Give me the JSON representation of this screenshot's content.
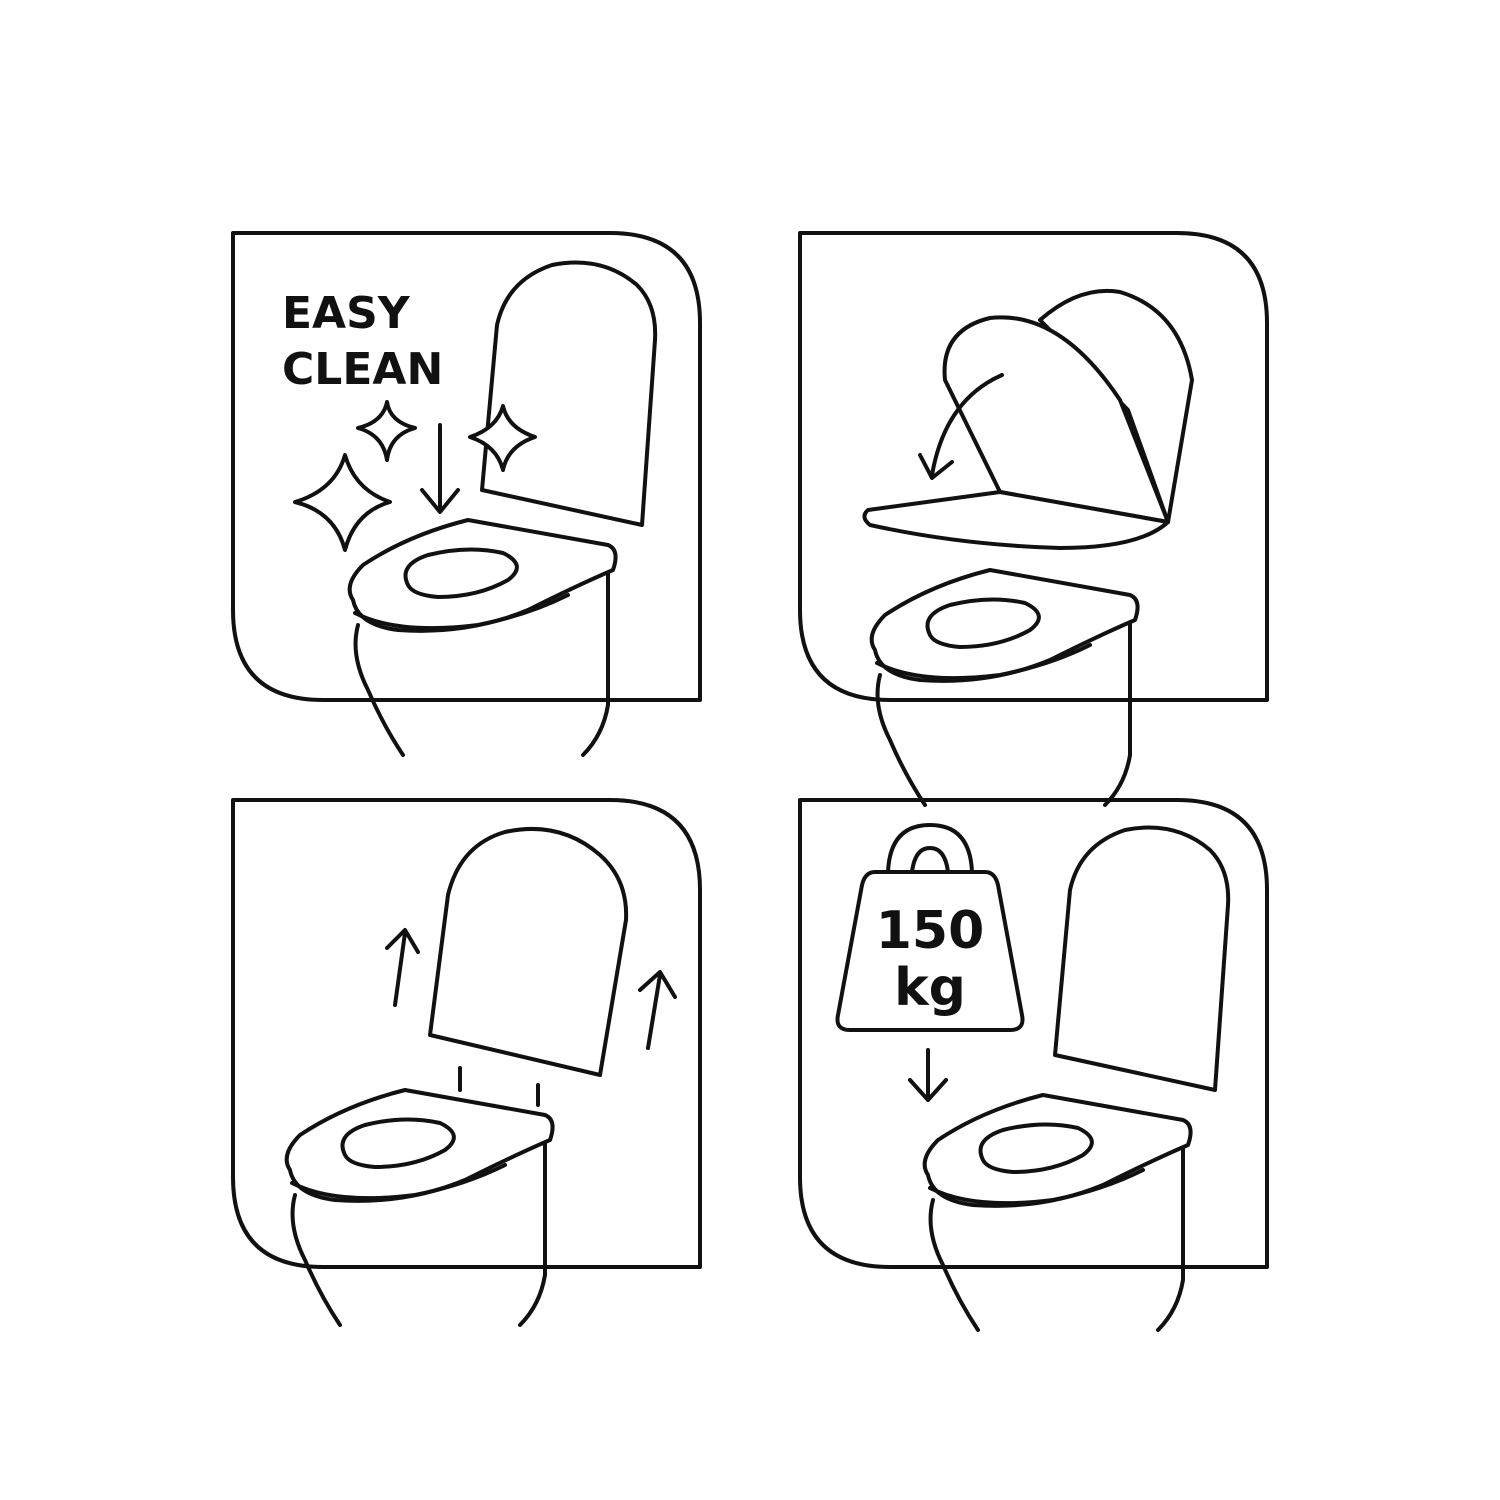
{
  "panels": [
    {
      "name": "easy-clean",
      "label_line1": "EASY",
      "label_line2": "CLEAN"
    },
    {
      "name": "soft-close"
    },
    {
      "name": "quick-release"
    },
    {
      "name": "max-load",
      "weight_value": "150",
      "weight_unit": "kg"
    }
  ],
  "colors": {
    "stroke": "#111111",
    "background": "#ffffff"
  }
}
